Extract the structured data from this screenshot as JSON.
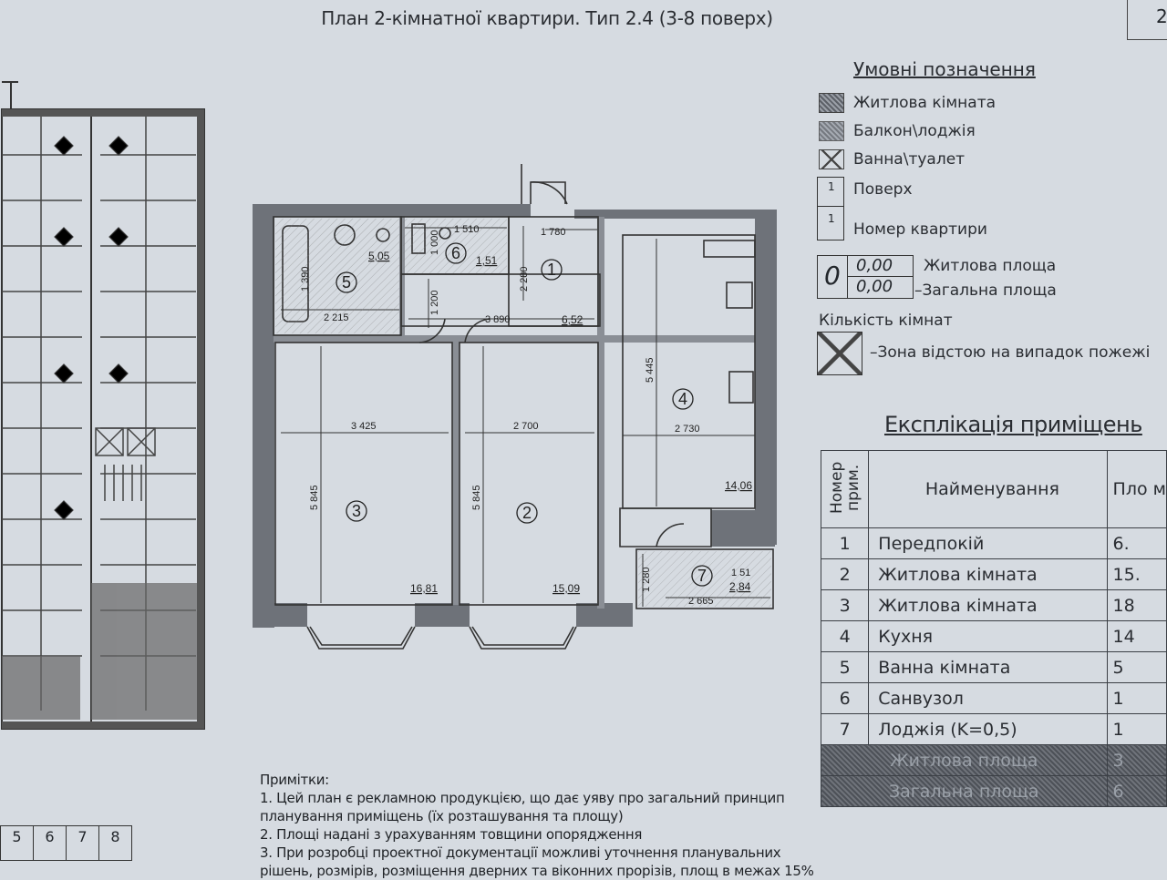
{
  "title": "План 2-кімнатної квартири. Тип 2.4 (3-8 поверх)",
  "corner_number": "2",
  "legend": {
    "title": "Умовні позначення",
    "living_room": "Житлова кімната",
    "balcony": "Балкон\\лоджія",
    "bathroom": "Ванна\\туалет",
    "floor": "Поверх",
    "apartment_number": "Номер квартири",
    "living_area": "Житлова площа",
    "total_area": "Загальна площа",
    "room_count": "Кількість кімнат",
    "fire_zone": "Зона відстою на випадок пожежі",
    "sample_count": "0",
    "sample_living": "0,00",
    "sample_total": "0,00",
    "floor_mark": "1",
    "apt_mark": "1"
  },
  "plan": {
    "rooms": [
      {
        "num": "1",
        "area": "6,52"
      },
      {
        "num": "2",
        "area": "15,09"
      },
      {
        "num": "3",
        "area": "16,81"
      },
      {
        "num": "4",
        "area": "14,06"
      },
      {
        "num": "5",
        "area": "5,05"
      },
      {
        "num": "6",
        "area": "1,51"
      },
      {
        "num": "7",
        "area": "2,84"
      }
    ],
    "dims": {
      "d1780": "1 780",
      "d2280": "2 280",
      "d3890": "3 890",
      "d1200": "1 200",
      "d2215": "2 215",
      "d1510": "1 510",
      "d1000": "1 000",
      "d1390": "1 390",
      "d3425": "3 425",
      "d2700": "2 700",
      "d5845a": "5 845",
      "d5845b": "5 845",
      "d5445": "5 445",
      "d2730": "2 730",
      "d1280": "1 280",
      "d2665": "2 665",
      "d1510b": "1 51"
    }
  },
  "explication": {
    "title": "Експлікація приміщень",
    "header_num": "Номер прим.",
    "header_name": "Найменування",
    "header_area": "Пло м",
    "rows": [
      {
        "num": "1",
        "name": "Передпокій",
        "area": "6."
      },
      {
        "num": "2",
        "name": "Житлова кімната",
        "area": "15."
      },
      {
        "num": "3",
        "name": "Житлова кімната",
        "area": "18"
      },
      {
        "num": "4",
        "name": "Кухня",
        "area": "14"
      },
      {
        "num": "5",
        "name": "Ванна кімната",
        "area": "5"
      },
      {
        "num": "6",
        "name": "Санвузол",
        "area": "1"
      },
      {
        "num": "7",
        "name": "Лоджія (K=0,5)",
        "area": "1"
      }
    ],
    "sum_living": "Житлова площа",
    "sum_living_val": "3",
    "sum_total": "Загальна площа",
    "sum_total_val": "6"
  },
  "notes": {
    "heading": "Примітки:",
    "n1a": "1. Цей план є рекламною продукцією, що дає уяву про загальний принцип",
    "n1b": "планування приміщень (їх розташування та площу)",
    "n2": "2. Площі надані з урахуванням товщини опорядження",
    "n3a": "3. При розробці проектної документації можливі уточнення планувальних",
    "n3b": "рішень, розмірів, розміщення дверних та віконних прорізів, площ в межах 15%"
  },
  "floors": [
    "5",
    "6",
    "7",
    "8"
  ]
}
